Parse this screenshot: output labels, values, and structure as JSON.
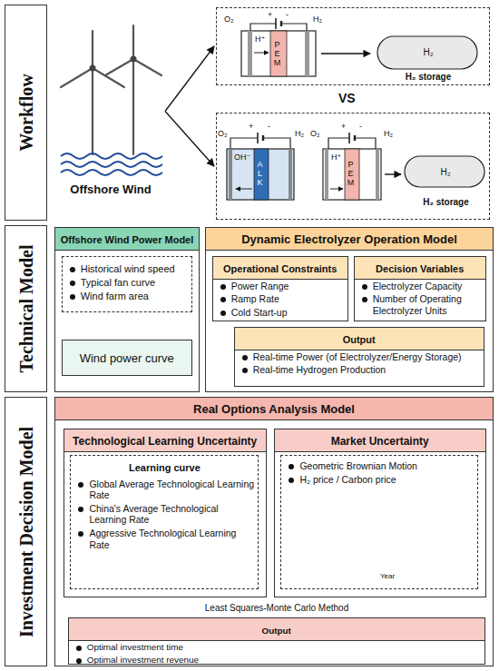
{
  "diagram": {
    "nodes": [
      {
        "text": [
          "Workflow"
        ]
      },
      {
        "text": [
          "Offshore Wind"
        ]
      },
      {
        "text": [
          "O₂",
          "+",
          "-",
          "H₂",
          "H⁺",
          "PEM",
          "H₂",
          "H₂ storage"
        ]
      },
      {
        "text": [
          "O₂",
          "+",
          "-",
          "H₂",
          "OH⁻",
          "ALK",
          "O₂",
          "+",
          "-",
          "H₂",
          "H⁺",
          "PEM",
          "H₂",
          "H₂ storage"
        ]
      },
      {
        "text": [
          "Technical Model"
        ]
      },
      {
        "text": [
          "Offshore Wind Power Model"
        ]
      },
      {
        "text": [
          "Historical wind speed",
          "Typical fan curve",
          "Wind farm area"
        ],
        "in": 5
      },
      {
        "text": [
          "Wind power curve"
        ],
        "in": 5
      },
      {
        "text": [
          "Dynamic Electrolyzer Operation Model"
        ]
      },
      {
        "text": [
          "Operational Constraints",
          "Power Range",
          "Ramp Rate",
          "Cold Start-up"
        ],
        "in": 8
      },
      {
        "text": [
          "Decision Variables",
          "Electrolyzer Capacity",
          "Number of Operating Electrolyzer Units"
        ],
        "in": 8
      },
      {
        "text": [
          "Output",
          "Real-time Power (of Electrolyzer/Energy Storage)",
          "Real-time Hydrogen Production"
        ],
        "in": 8
      },
      {
        "text": [
          "Investment Decision Model"
        ]
      },
      {
        "text": [
          "Real Options Analysis Model"
        ]
      },
      {
        "text": [
          "Technological Learning Uncertainty"
        ],
        "in": 13
      },
      {
        "text": [
          "Learning curve",
          "Global Average Technological Learning Rate",
          "China's Average Technological Learning Rate",
          "Aggressive Technological Learning Rate"
        ],
        "in": 14
      },
      {
        "text": [
          "Market Uncertainty"
        ],
        "in": 13
      },
      {
        "text": [
          "Geometric Brownian Motion",
          "H₂ price / Carbon price"
        ],
        "in": 16
      },
      {
        "text": [
          "Output",
          "Optimal investment time",
          "Optimal investment revenue"
        ],
        "in": 13
      }
    ],
    "edges": [
      {
        "from": 1,
        "to": 2,
        "arrow": "to"
      },
      {
        "from": 1,
        "to": 3,
        "arrow": "to"
      },
      {
        "from": 6,
        "to": 7,
        "arrow": "to"
      },
      {
        "from": 14,
        "to": 18,
        "label": "Least Squares-Monte Carlo Method",
        "arrow": "to"
      },
      {
        "from": 16,
        "to": 18,
        "arrow": "to"
      }
    ],
    "labels": [
      "VS",
      "Year"
    ]
  }
}
